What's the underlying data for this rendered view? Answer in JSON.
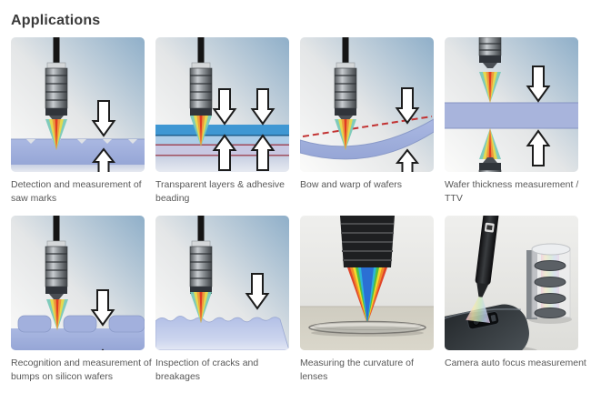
{
  "page": {
    "title": "Applications"
  },
  "colors": {
    "title_text": "#3a3a3a",
    "caption_text": "#585858",
    "tile_bg_blue": "#8fafc9",
    "wafer_blue": "#a9b7e0",
    "layer_blue": "#3f97d3",
    "beam_red": "#e03c24",
    "arrow_fill": "#ffffff",
    "arrow_outline": "#1c1c1c"
  },
  "applications": [
    {
      "caption": "Detection and measurement of saw marks",
      "illustration": "saw-marks-illustration"
    },
    {
      "caption": "Transparent layers & adhesive beading",
      "illustration": "transparent-layers-illustration"
    },
    {
      "caption": "Bow and warp of wafers",
      "illustration": "bow-warp-illustration"
    },
    {
      "caption": "Wafer thickness measurement / TTV",
      "illustration": "wafer-thickness-ttv-illustration"
    },
    {
      "caption": "Recognition and measurement of bumps on silicon wafers",
      "illustration": "bumps-silicon-wafer-illustration"
    },
    {
      "caption": "Inspection of cracks and breakages",
      "illustration": "cracks-breakages-illustration"
    },
    {
      "caption": "Measuring the curvature of lenses",
      "illustration": "lens-curvature-illustration"
    },
    {
      "caption": "Camera auto focus measurement",
      "illustration": "camera-autofocus-illustration"
    }
  ]
}
